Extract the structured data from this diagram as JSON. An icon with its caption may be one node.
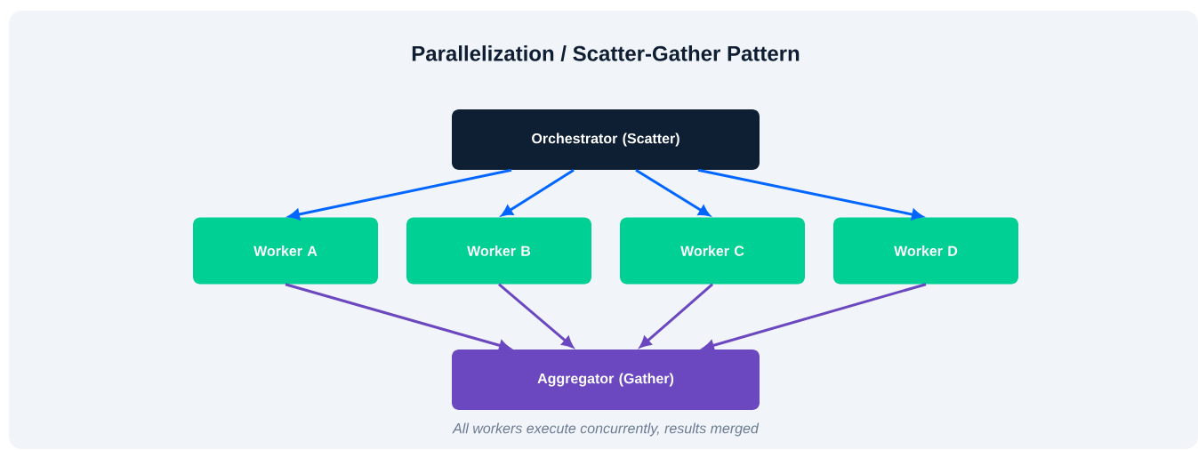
{
  "diagram": {
    "title": "Parallelization / Scatter-Gather Pattern",
    "caption": "All workers execute concurrently, results merged",
    "nodes": [
      {
        "text": [
          "Orchestrator (Scatter)"
        ]
      },
      {
        "text": [
          "Worker A"
        ]
      },
      {
        "text": [
          "Worker B"
        ]
      },
      {
        "text": [
          "Worker C"
        ]
      },
      {
        "text": [
          "Worker D"
        ]
      },
      {
        "text": [
          "Aggregator (Gather)"
        ]
      }
    ],
    "edges": [
      {
        "from": 0,
        "to": 1,
        "arrow": "to",
        "color": "#0066ff"
      },
      {
        "from": 0,
        "to": 2,
        "arrow": "to",
        "color": "#0066ff"
      },
      {
        "from": 0,
        "to": 3,
        "arrow": "to",
        "color": "#0066ff"
      },
      {
        "from": 0,
        "to": 4,
        "arrow": "to",
        "color": "#0066ff"
      },
      {
        "from": 1,
        "to": 5,
        "arrow": "to",
        "color": "#6b47c0"
      },
      {
        "from": 2,
        "to": 5,
        "arrow": "to",
        "color": "#6b47c0"
      },
      {
        "from": 3,
        "to": 5,
        "arrow": "to",
        "color": "#6b47c0"
      },
      {
        "from": 4,
        "to": 5,
        "arrow": "to",
        "color": "#6b47c0"
      }
    ]
  }
}
